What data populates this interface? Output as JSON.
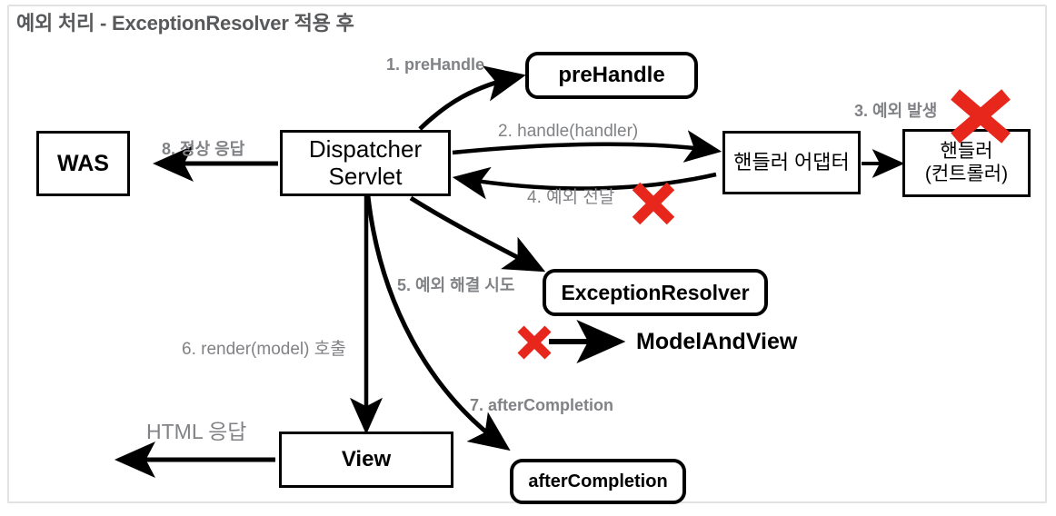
{
  "diagram": {
    "title": "예외 처리 - ExceptionResolver 적용 후",
    "title_color": "#58595b",
    "label_color": "#808285",
    "x_mark_color": "#e8271c",
    "frame_color": "#e2e2e2",
    "nodes": [
      {
        "id": "was",
        "text": "WAS",
        "shape": "sharp"
      },
      {
        "id": "dispatcher-servlet",
        "text": "Dispatcher\nServlet",
        "line1": "Dispatcher",
        "line2": "Servlet",
        "shape": "sharp"
      },
      {
        "id": "prehandle",
        "text": "preHandle",
        "shape": "round"
      },
      {
        "id": "handler-adapter",
        "text": "핸들러 어댑터",
        "shape": "sharp"
      },
      {
        "id": "handler-controller",
        "line1": "핸들러",
        "line2": "(컨트롤러)",
        "shape": "sharp"
      },
      {
        "id": "exception-resolver",
        "text": "ExceptionResolver",
        "shape": "round"
      },
      {
        "id": "view",
        "text": "View",
        "shape": "sharp"
      },
      {
        "id": "after-completion",
        "text": "afterCompletion",
        "shape": "round"
      }
    ],
    "free_text": [
      {
        "id": "model-and-view",
        "text": "ModelAndView"
      }
    ],
    "edge_labels": [
      {
        "id": "step-1",
        "text": "1. preHandle"
      },
      {
        "id": "step-2",
        "text": "2. handle(handler)"
      },
      {
        "id": "step-3",
        "text": "3. 예외 발생"
      },
      {
        "id": "step-4",
        "text": "4. 예외 전달"
      },
      {
        "id": "step-5",
        "text": "5. 예외 해결 시도"
      },
      {
        "id": "step-6",
        "text": "6. render(model) 호출"
      },
      {
        "id": "step-7",
        "text": "7. afterCompletion"
      },
      {
        "id": "step-8",
        "text": "8. 정상 응답"
      },
      {
        "id": "html-response",
        "text": "HTML 응답"
      }
    ],
    "x_marks": [
      {
        "id": "x-handler",
        "note": "over 핸들러 (컨트롤러) box"
      },
      {
        "id": "x-exception-pass",
        "note": "on 4. 예외 전달 edge"
      },
      {
        "id": "x-model-and-view",
        "note": "before ModelAndView arrow"
      }
    ]
  }
}
